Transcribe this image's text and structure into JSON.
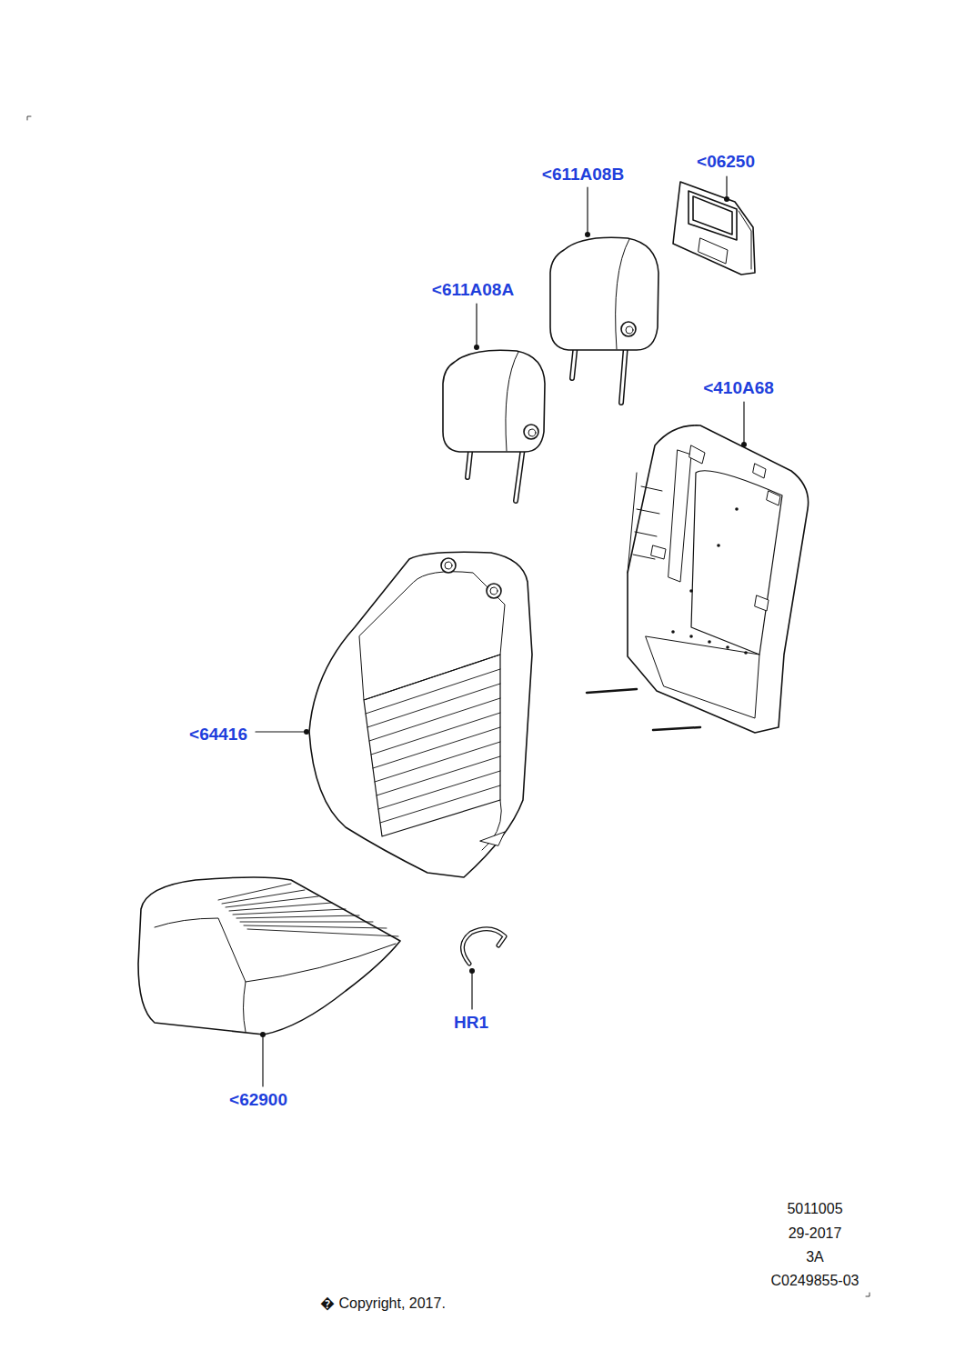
{
  "diagram": {
    "labels": [
      "<06250",
      "<611A08B",
      "<611A08A",
      "<410A68",
      "<64416",
      "HR1",
      "<62900",
      "5011005",
      "29-2017",
      "3A",
      "C0249855-03",
      "� Copyright, 2017."
    ]
  }
}
